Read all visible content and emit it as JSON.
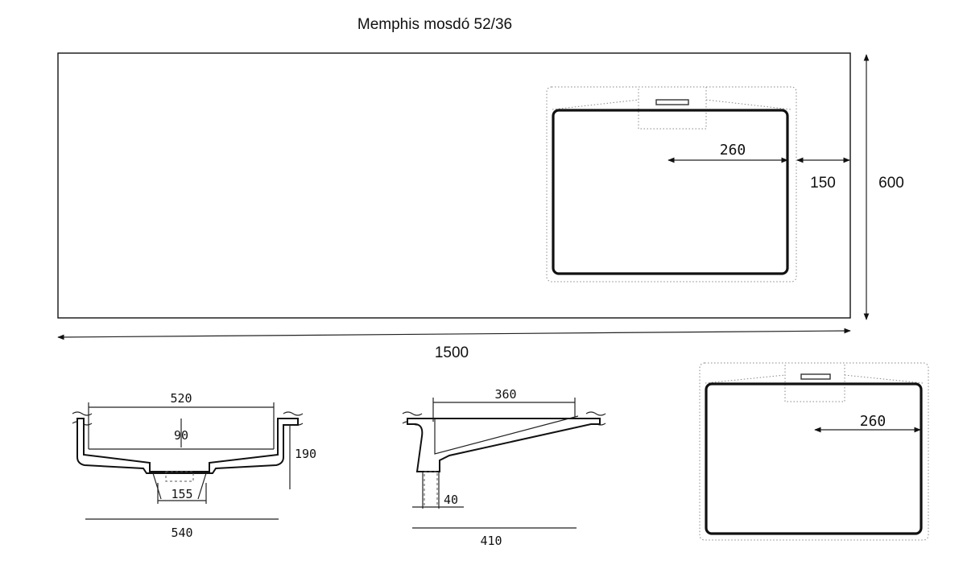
{
  "title": "Memphis mosdó 52/36",
  "top_view": {
    "countertop_length": "1500",
    "countertop_depth": "600",
    "side_offset": "150",
    "tap_distance": "260"
  },
  "front_section": {
    "inner_width": "520",
    "basin_depth": "90",
    "total_height": "190",
    "drain_width": "155",
    "outer_width": "540"
  },
  "side_section": {
    "inner_depth": "360",
    "drain_width": "40",
    "outer_depth": "410"
  },
  "basin_plan": {
    "tap_distance": "260"
  },
  "colors": {
    "line": "#111111",
    "dotted": "#888888"
  }
}
